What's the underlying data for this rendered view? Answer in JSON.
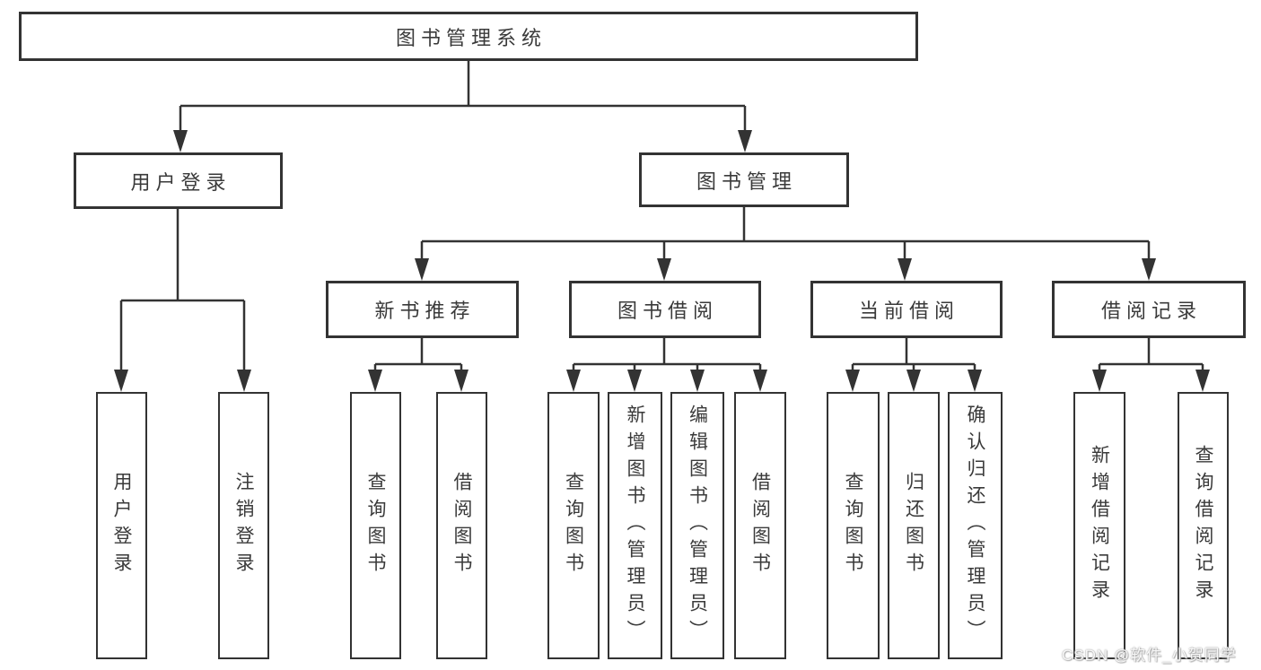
{
  "tree": {
    "root": {
      "label": "图书管理系统"
    },
    "branches": [
      {
        "label": "用户登录",
        "children": [
          {
            "label": "用户登录"
          },
          {
            "label": "注销登录"
          }
        ]
      },
      {
        "label": "图书管理",
        "children": [
          {
            "label": "新书推荐",
            "children": [
              {
                "label": "查询图书"
              },
              {
                "label": "借阅图书"
              }
            ]
          },
          {
            "label": "图书借阅",
            "children": [
              {
                "label": "查询图书"
              },
              {
                "label": "新增图书（管理员）"
              },
              {
                "label": "编辑图书（管理员）"
              },
              {
                "label": "借阅图书"
              }
            ]
          },
          {
            "label": "当前借阅",
            "children": [
              {
                "label": "查询图书"
              },
              {
                "label": "归还图书"
              },
              {
                "label": "确认归还（管理员）"
              }
            ]
          },
          {
            "label": "借阅记录",
            "children": [
              {
                "label": "新增借阅记录"
              },
              {
                "label": "查询借阅记录"
              }
            ]
          }
        ]
      }
    ]
  },
  "watermark": {
    "text": "CSDN @软件_小贺同学"
  },
  "colors": {
    "line": "#333333",
    "border": "#333333",
    "text": "#3a3a3a",
    "background": "#ffffff"
  }
}
